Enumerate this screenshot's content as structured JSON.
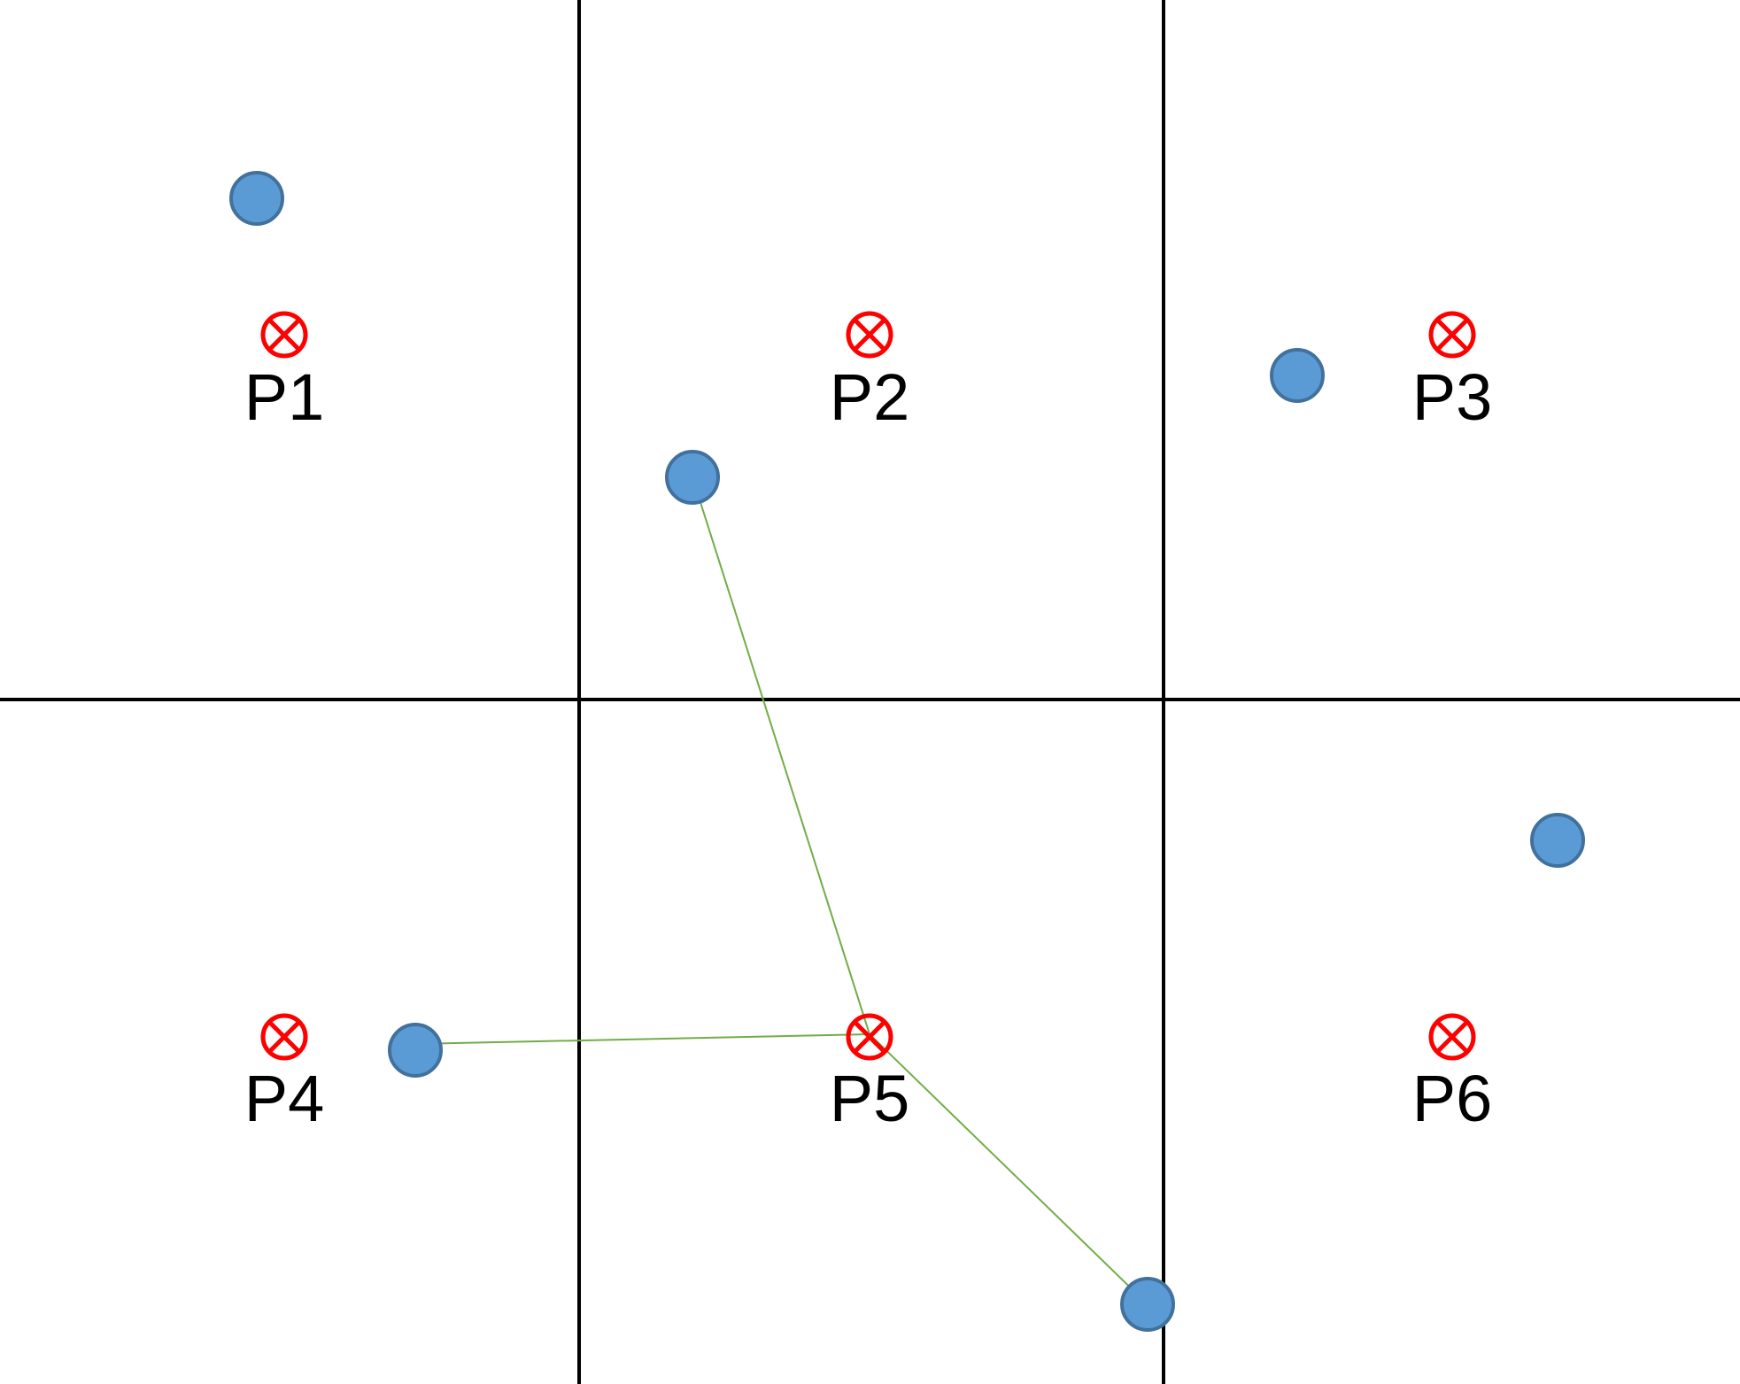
{
  "colors": {
    "grid_line": "#000000",
    "cell_marker": "#ff0000",
    "sample_point_fill": "#5b9bd5",
    "sample_point_stroke": "#41719c",
    "link_line": "#70ad47",
    "label": "#000000"
  },
  "icons": {
    "cell_marker": "circled-times-icon",
    "sample_point": "filled-circle-icon"
  },
  "cells": [
    {
      "label": "P1"
    },
    {
      "label": "P2"
    },
    {
      "label": "P3"
    },
    {
      "label": "P4"
    },
    {
      "label": "P5"
    },
    {
      "label": "P6"
    }
  ],
  "links": [
    {
      "from_cell": "P5",
      "to_point": 3
    },
    {
      "from_cell": "P5",
      "to_point": 4
    },
    {
      "from_cell": "P5",
      "to_point": 6
    }
  ]
}
